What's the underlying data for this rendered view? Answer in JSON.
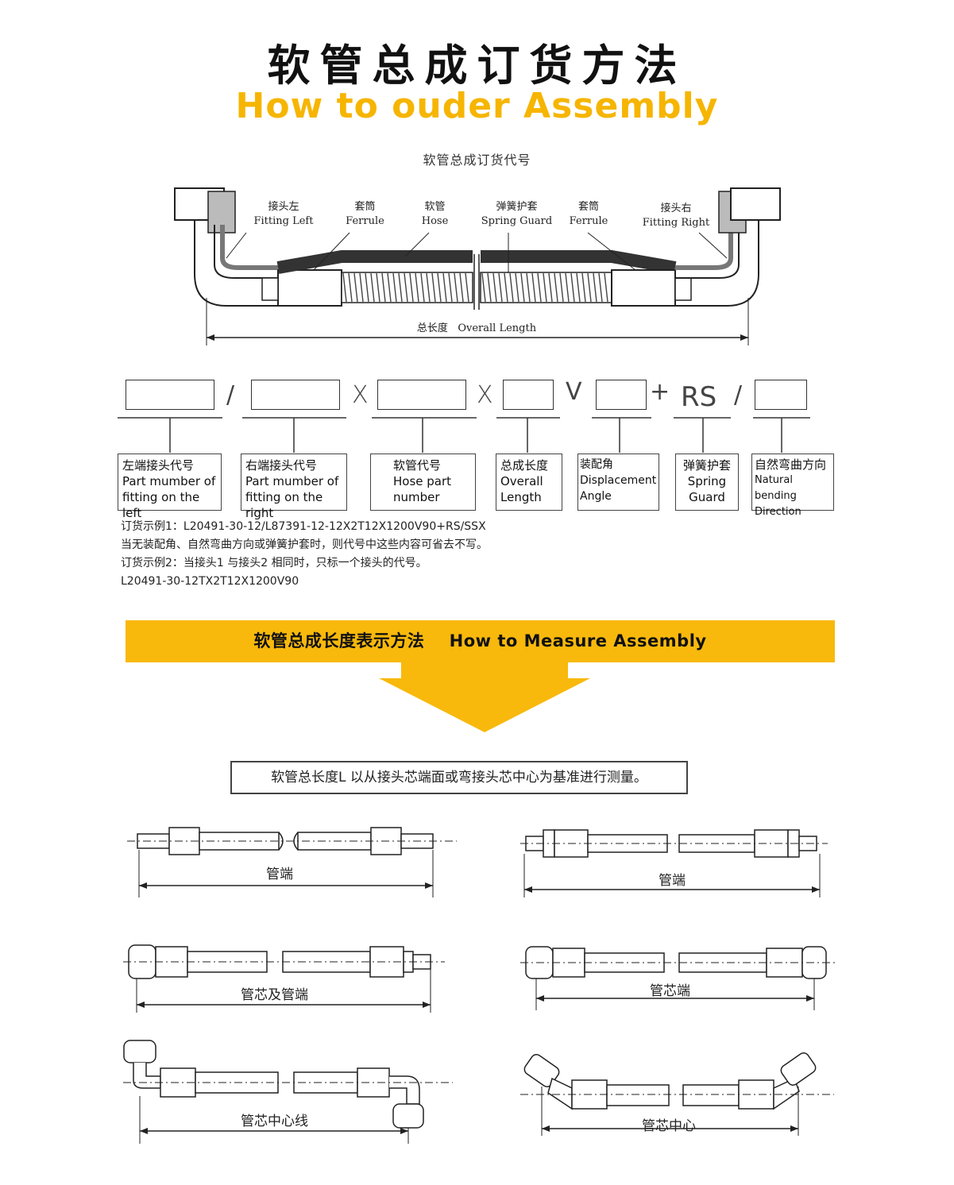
{
  "header": {
    "title_cn": "软管总成订货方法",
    "title_en": "How to ouder Assembly",
    "subtitle": "软管总成订货代号"
  },
  "assembly_diagram": {
    "parts": [
      {
        "cn": "接头左",
        "en": "Fitting Left"
      },
      {
        "cn": "套筒",
        "en": "Ferrule"
      },
      {
        "cn": "软管",
        "en": "Hose"
      },
      {
        "cn": "弹簧护套",
        "en": "Spring Guard"
      },
      {
        "cn": "套筒",
        "en": "Ferrule"
      },
      {
        "cn": "接头右",
        "en": "Fitting Right"
      }
    ],
    "overall_length_cn": "总长度",
    "overall_length_en": "Overall Length"
  },
  "code_format": {
    "separators": [
      "/",
      "X",
      "X",
      "V",
      "+",
      "RS",
      "/"
    ],
    "fields": [
      {
        "cn": "左端接头代号",
        "en1": "Part mumber of",
        "en2": "fitting on the left"
      },
      {
        "cn": "右端接头代号",
        "en1": "Part mumber of",
        "en2": "fitting on the right"
      },
      {
        "cn": "软管代号",
        "en1": "Hose part",
        "en2": "number"
      },
      {
        "cn": "总成长度",
        "en1": "Overall",
        "en2": "Length"
      },
      {
        "cn": "装配角",
        "en1": "Displacement",
        "en2": "Angle"
      },
      {
        "cn": "弹簧护套",
        "en1": "Spring",
        "en2": "Guard"
      },
      {
        "cn": "自然弯曲方向",
        "en1": "Natural bending",
        "en2": "Direction"
      }
    ]
  },
  "notes": [
    "订货示例1：L20491-30-12/L87391-12-12X2T12X1200V90+RS/SSX",
    "当无装配角、自然弯曲方向或弹簧护套时，则代号中这些内容可省去不写。",
    "订货示例2：当接头1 与接头2 相同时，只标一个接头的代号。",
    "L20491-30-12TX2T12X1200V90"
  ],
  "banner": {
    "cn": "软管总成长度表示方法",
    "en": "How to Measure Assembly"
  },
  "measure_note": "软管总长度L 以从接头芯端面或弯接头芯中心为基准进行测量。",
  "figures": [
    {
      "label": "管端"
    },
    {
      "label": "管端"
    },
    {
      "label": "管芯及管端"
    },
    {
      "label": "管芯端"
    },
    {
      "label": "管芯中心线"
    },
    {
      "label": "管芯中心"
    }
  ],
  "colors": {
    "accent": "#f6b500",
    "banner": "#f8b90c",
    "line": "#333333"
  }
}
